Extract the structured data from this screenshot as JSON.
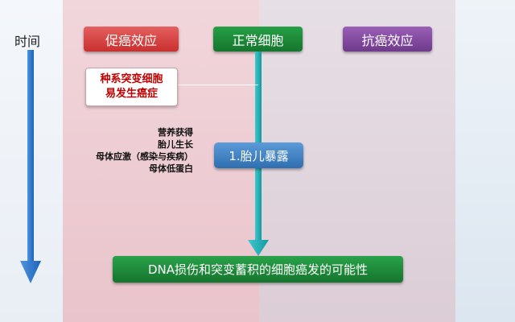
{
  "time_label": "时间",
  "headers": {
    "pro_cancer": "促癌效应",
    "normal_cell": "正常细胞",
    "anti_cancer": "抗癌效应"
  },
  "germline_box": {
    "line1": "种系突变细胞",
    "line2": "易发生癌症"
  },
  "factors": [
    "营养获得",
    "胎儿生长",
    "母体应激（感染与疾病）",
    "母体低蛋白"
  ],
  "fetal_exposure": "1.胎儿暴露",
  "outcome": "DNA损伤和突变蓄积的细胞癌发的可能性",
  "colors": {
    "pro_cancer": "#c9302f",
    "normal_cell": "#15752d",
    "anti_cancer": "#6f3a8c",
    "fetal": "#2f6fb0",
    "flow_arrow": "#1eb3b8",
    "time_arrow": "#2f7fd6"
  }
}
